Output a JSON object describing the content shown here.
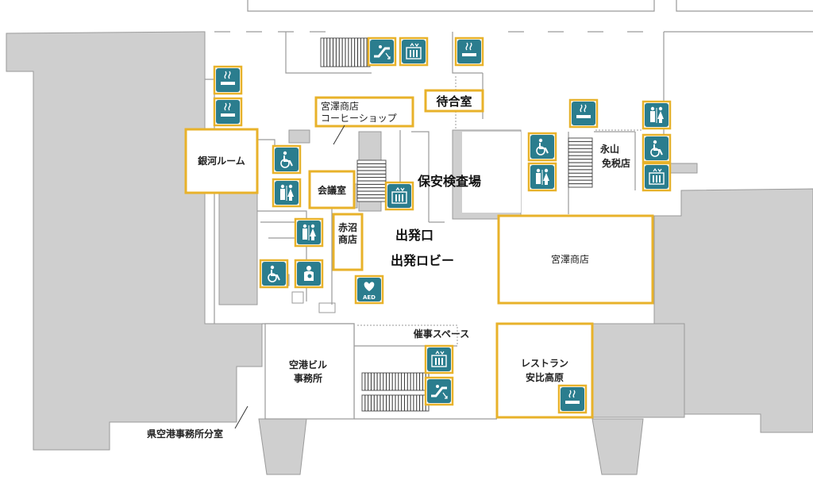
{
  "title": "",
  "colors": {
    "wall_gray": "#cfcfcf",
    "outline": "#9a9a9a",
    "highlight": "#e8b22a",
    "icon_teal": "#2b7d8e",
    "text": "#222222"
  },
  "labels": {
    "ginga_room": "銀河ルーム",
    "machiai": "待合室",
    "miyazawa_coffee_1": "宮澤商店",
    "miyazawa_coffee_2": "コーヒーショップ",
    "kaigi": "会議室",
    "akanuma_1": "赤沼",
    "akanuma_2": "商店",
    "hoan": "保安検査場",
    "shuppatsu_guchi": "出発口",
    "shuppatsu_lobby": "出発ロビー",
    "miyazawa_shop": "宮澤商店",
    "nagayama_1": "永山",
    "nagayama_2": "免税店",
    "saiji": "催事スペース",
    "kuko_building_1": "空港ビル",
    "kuko_building_2": "事務所",
    "restaurant_1": "レストラン",
    "restaurant_2": "安比高原",
    "ken_office": "県空港事務所分室",
    "aed": "AED"
  },
  "icons": [
    {
      "type": "smoking",
      "id": "i1"
    },
    {
      "type": "smoking",
      "id": "i2"
    },
    {
      "type": "smoking",
      "id": "i3"
    },
    {
      "type": "smoking",
      "id": "i4"
    },
    {
      "type": "escalator",
      "id": "i5"
    },
    {
      "type": "elevator",
      "id": "i6"
    },
    {
      "type": "wheelchair",
      "id": "i7"
    },
    {
      "type": "toilet",
      "id": "i8"
    },
    {
      "type": "elevator",
      "id": "i9"
    },
    {
      "type": "toilet",
      "id": "i10"
    },
    {
      "type": "wheelchair",
      "id": "i11"
    },
    {
      "type": "nursing",
      "id": "i12"
    },
    {
      "type": "aed",
      "id": "i13"
    },
    {
      "type": "wheelchair",
      "id": "i14"
    },
    {
      "type": "toilet",
      "id": "i15"
    },
    {
      "type": "toilet",
      "id": "i16"
    },
    {
      "type": "wheelchair",
      "id": "i17"
    },
    {
      "type": "elevator",
      "id": "i18"
    },
    {
      "type": "elevator",
      "id": "i19"
    },
    {
      "type": "escalator",
      "id": "i20"
    },
    {
      "type": "smoking",
      "id": "i21"
    }
  ]
}
